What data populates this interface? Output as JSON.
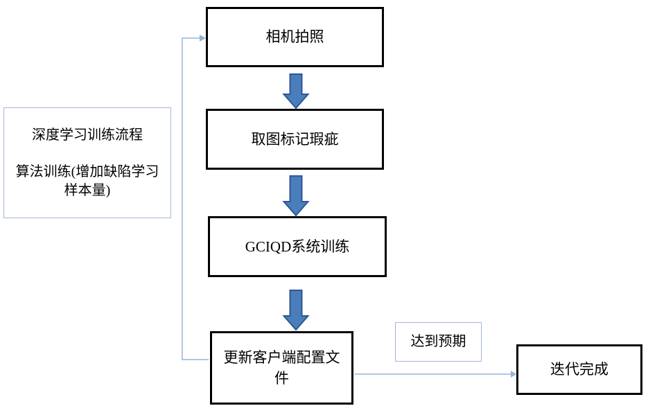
{
  "nodes": {
    "camera": {
      "label": "相机拍照"
    },
    "mark_defects": {
      "label": "取图标记瑕疵"
    },
    "system_training": {
      "label": "GCIQD系统训练"
    },
    "update_config": {
      "label": "更新客户端配置文件"
    },
    "note": {
      "line1": "深度学习训练流程",
      "line2": "算法训练(增加缺陷学习样本量)"
    },
    "expected": {
      "label": "达到预期"
    },
    "done": {
      "label": "迭代完成"
    }
  },
  "colors": {
    "block_arrow_fill": "#4a7ebb",
    "block_arrow_stroke": "#2f5597",
    "connector": "#95b3d7",
    "main_box_border": "#000000",
    "note_box_border": "#a3b6d4"
  }
}
